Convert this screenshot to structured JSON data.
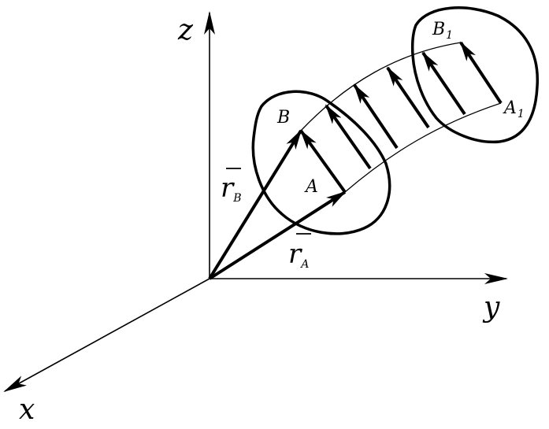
{
  "axes": {
    "x": "x",
    "y": "y",
    "z": "z"
  },
  "points": {
    "a": "A",
    "b": "B",
    "a1": "A",
    "a1_sub": "1",
    "b1": "B",
    "b1_sub": "1"
  },
  "vectors": {
    "ra": "r",
    "ra_sub": "A",
    "rb": "r",
    "rb_sub": "B"
  },
  "colors": {
    "stroke": "#000000",
    "background": "#ffffff"
  }
}
